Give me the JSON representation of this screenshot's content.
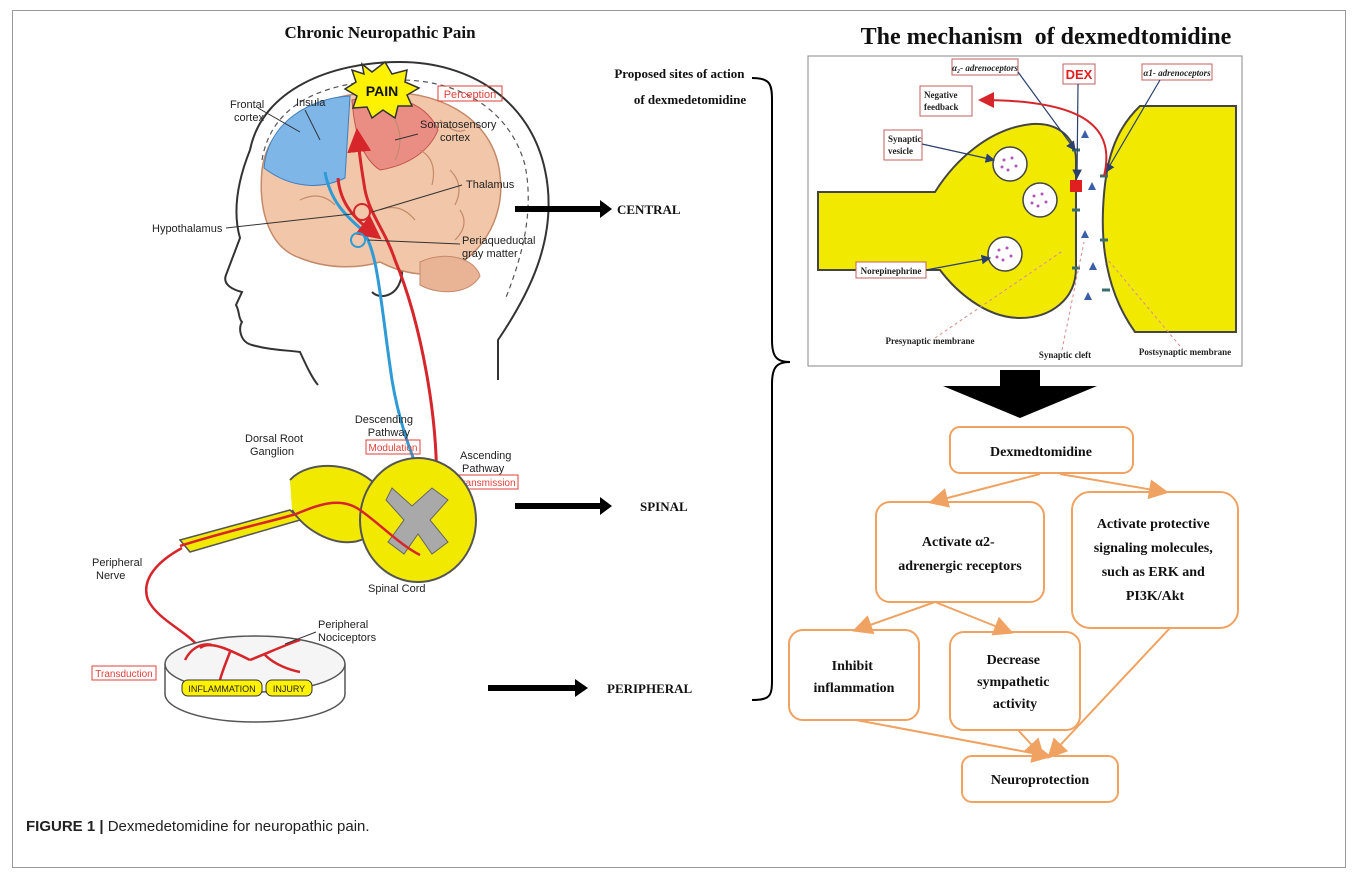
{
  "left_title": "Chronic Neuropathic Pain",
  "right_title": "The mechanism  of dexmedtomidine",
  "sites_label": [
    "Proposed sites of action",
    "of dexmedetomidine"
  ],
  "levels": [
    "CENTRAL",
    "SPINAL",
    "PERIPHERAL"
  ],
  "brain_labels": {
    "frontal": [
      "Frontal",
      "cortex"
    ],
    "insula": "Insula",
    "pain": "PAIN",
    "perception": "Perception",
    "somatosensory": [
      "Somatosensory",
      "cortex"
    ],
    "thalamus": "Thalamus",
    "hypothalamus": "Hypothalamus",
    "pag": [
      "Periaqueductal",
      "gray matter"
    ],
    "descending": [
      "Descending",
      "Pathway"
    ],
    "modulation": "Modulation",
    "ascending": [
      "Ascending",
      "Pathway"
    ],
    "transmission": "Transmission",
    "drg": [
      "Dorsal Root",
      "Ganglion"
    ],
    "peripheral_nerve": [
      "Peripheral",
      "Nerve"
    ],
    "spinal_cord": "Spinal Cord",
    "nociceptors": [
      "Peripheral",
      "Nociceptors"
    ],
    "transduction": "Transduction",
    "inflammation": "INFLAMMATION",
    "injury": "INJURY"
  },
  "synapse_labels": {
    "a2": "α₂- adrenoceptors",
    "dex": "DEX",
    "a1": "α1- adrenoceptors",
    "neg_feedback": [
      "Negative",
      "feedback"
    ],
    "vesicle": [
      "Synaptic",
      "vesicle"
    ],
    "norepinephrine": "Norepinephrine",
    "presynaptic": "Presynaptic membrane",
    "cleft": "Synaptic cleft",
    "postsynaptic": "Postsynaptic membrane"
  },
  "flow": {
    "dexmedetomidine": "Dexmedtomidine",
    "activate_a2": [
      "Activate α2-",
      "adrenergic receptors"
    ],
    "activate_protective": [
      "Activate protective",
      "signaling molecules,",
      "such as ERK and",
      "PI3K/Akt"
    ],
    "inhibit": [
      "Inhibit",
      "inflammation"
    ],
    "decrease": [
      "Decrease",
      "sympathetic",
      "activity"
    ],
    "neuroprotection": "Neuroprotection"
  },
  "caption_label": "FIGURE 1 |",
  "caption_text": " Dexmedetomidine for neuropathic pain.",
  "colors": {
    "blue": "#2e9bd6",
    "red": "#d6262b",
    "yellow": "#f2e900",
    "orange": "#f0a262",
    "brain": "#f1c6a9",
    "frontal_blue": "#7fb6e8",
    "label_red": "#e0413a"
  }
}
